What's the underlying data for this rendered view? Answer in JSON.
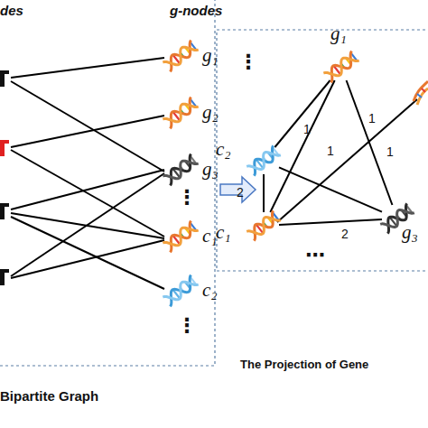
{
  "diagram": {
    "nodes": [
      {
        "text": [
          "g₁"
        ]
      },
      {
        "text": [
          "g₂"
        ]
      },
      {
        "text": [
          "g₃"
        ]
      },
      {
        "text": [
          "c₁"
        ]
      },
      {
        "text": [
          "c₂"
        ]
      },
      {
        "text": [
          "g₁"
        ]
      },
      {
        "text": [
          "c₂"
        ]
      },
      {
        "text": [
          "c₁"
        ]
      },
      {
        "text": [
          "g₃"
        ]
      }
    ],
    "edges": [
      {
        "from": 6,
        "to": 5,
        "arrow": "none",
        "label": "1"
      },
      {
        "from": 5,
        "to": 7,
        "arrow": "none",
        "label": "1"
      },
      {
        "from": 5,
        "to": 8,
        "arrow": "none",
        "label": "1"
      },
      {
        "from": 6,
        "to": 7,
        "arrow": "none",
        "label": "2"
      },
      {
        "from": 7,
        "to": 8,
        "arrow": "none",
        "label": "2"
      },
      {
        "from": 6,
        "to": 8,
        "arrow": "none"
      }
    ],
    "labels": [
      "des",
      "g-nodes",
      "⋮",
      "⋮",
      "Bipartite Graph",
      "⋮",
      "1",
      "⋯",
      "The Projection of Gene"
    ]
  }
}
